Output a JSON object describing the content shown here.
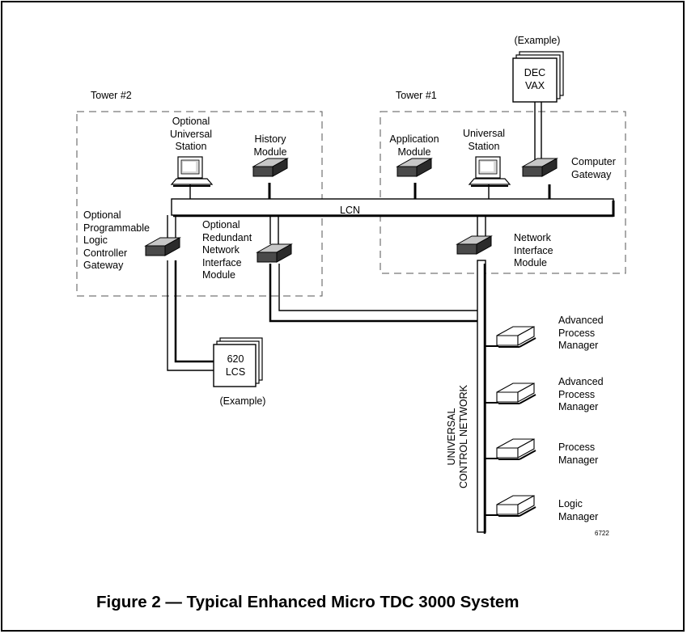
{
  "towers": {
    "tower2": "Tower #2",
    "tower1": "Tower #1"
  },
  "lcn_label": "LCN",
  "ucn_label": "UNIVERSAL\nCONTROL NETWORK",
  "dec_vax": {
    "top_label": "(Example)",
    "name": "DEC\nVAX"
  },
  "lcs": {
    "name": "620\nLCS",
    "bottom_label": "(Example)"
  },
  "modules": {
    "optional_us": "Optional\nUniversal\nStation",
    "history": "History\nModule",
    "application": "Application\nModule",
    "universal_station": "Universal\nStation",
    "computer_gateway": "Computer\nGateway",
    "optional_plc_gateway": "Optional\nProgrammable\nLogic\nController\nGateway",
    "optional_rnim": "Optional\nRedundant\nNetwork\nInterface\nModule",
    "nim": "Network\nInterface\nModule"
  },
  "ucn_devices": [
    {
      "label": "Advanced\nProcess\nManager"
    },
    {
      "label": "Advanced\nProcess\nManager"
    },
    {
      "label": "Process\nManager"
    },
    {
      "label": "Logic\nManager"
    }
  ],
  "figure_number": "6722",
  "caption": "Figure 2 — Typical Enhanced Micro TDC 3000 System"
}
